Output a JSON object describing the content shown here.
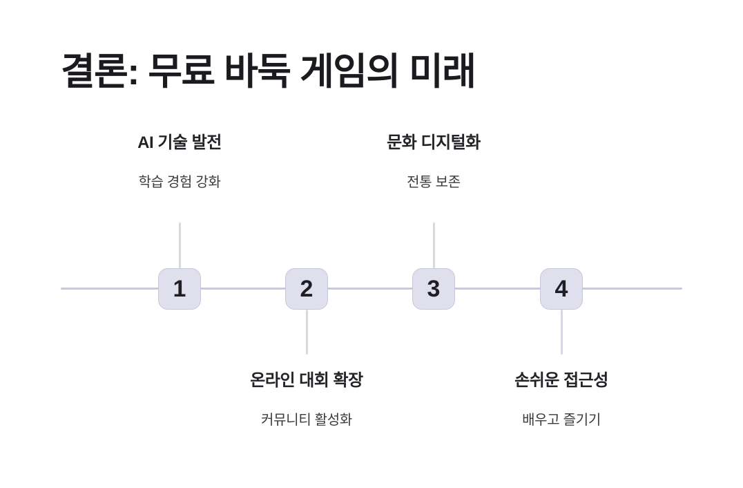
{
  "slide": {
    "title": "결론: 무료 바둑 게임의 미래"
  },
  "timeline": {
    "items": [
      {
        "number": "1",
        "label": "AI 기술 발전",
        "sublabel": "학습 경험 강화",
        "label_position": "top"
      },
      {
        "number": "2",
        "label": "온라인 대회 확장",
        "sublabel": "커뮤니티 활성화",
        "label_position": "bottom"
      },
      {
        "number": "3",
        "label": "문화 디지털화",
        "sublabel": "전통 보존",
        "label_position": "top"
      },
      {
        "number": "4",
        "label": "손쉬운 접근성",
        "sublabel": "배우고 즐기기",
        "label_position": "bottom"
      }
    ],
    "colors": {
      "node_fill": "#dfdfed",
      "node_border": "#c7c7da",
      "line": "#c9c9d7",
      "connector": "#d8d8e3",
      "title_text": "#1b1b1f",
      "label_text": "#232327",
      "sublabel_text": "#3a3a3f",
      "number_text": "#1e1e23"
    }
  }
}
